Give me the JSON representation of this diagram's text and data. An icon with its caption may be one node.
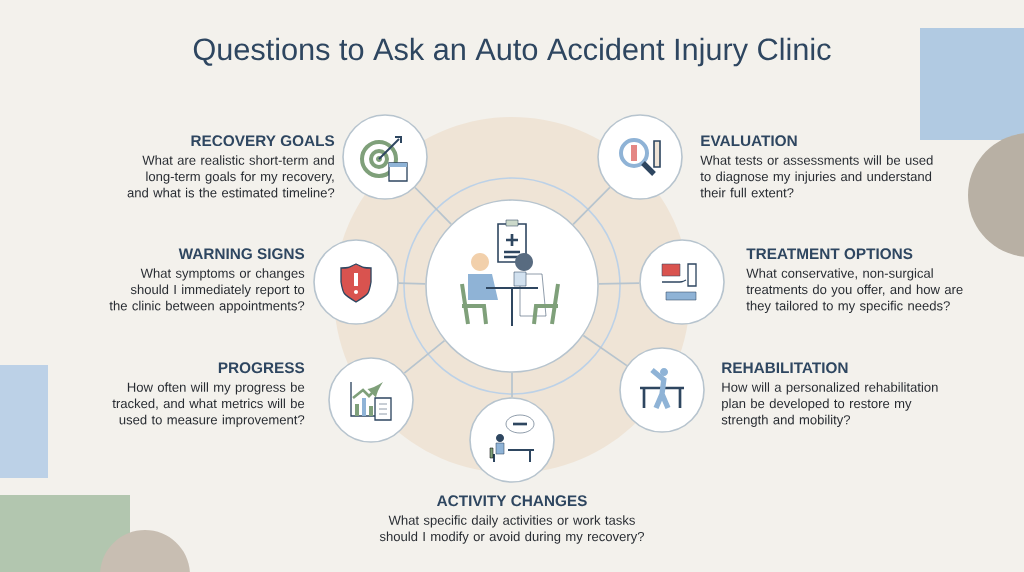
{
  "diagram": {
    "title": "Questions to Ask an Auto Accident Injury Clinic",
    "nodes": [
      {
        "text": [],
        "shape": "picture"
      },
      {
        "text": [],
        "shape": "picture",
        "beside": [
          "RECOVERY GOALS",
          "What are realistic short-term and long-term goals for my recovery, and what is the estimated timeline?"
        ]
      },
      {
        "text": [],
        "shape": "picture",
        "beside": [
          "EVALUATION",
          "What tests or assessments will be used to diagnose my injuries and understand their full extent?"
        ]
      },
      {
        "text": [],
        "shape": "picture",
        "beside": [
          "WARNING SIGNS",
          "What symptoms or changes should I immediately report to the clinic between appointments?"
        ]
      },
      {
        "text": [],
        "shape": "picture",
        "beside": [
          "TREATMENT OPTIONS",
          "What conservative, non-surgical treatments do you offer, and how are they tailored to my specific needs?"
        ]
      },
      {
        "text": [],
        "shape": "picture",
        "beside": [
          "PROGRESS",
          "How often will my progress be tracked, and what metrics will be used to measure improvement?"
        ]
      },
      {
        "text": [],
        "shape": "picture",
        "beside": [
          "REHABILITATION",
          "How will a personalized rehabilitation plan be developed to restore my strength and mobility?"
        ]
      },
      {
        "text": [],
        "shape": "picture",
        "beside": [
          "ACTIVITY CHANGES",
          "What specific daily activities or work tasks should I modify or avoid during my recovery?"
        ]
      }
    ],
    "edges": [
      {
        "from": 0,
        "to": 1,
        "arrow": "none"
      },
      {
        "from": 0,
        "to": 2,
        "arrow": "none"
      },
      {
        "from": 0,
        "to": 3,
        "arrow": "none"
      },
      {
        "from": 0,
        "to": 4,
        "arrow": "none"
      },
      {
        "from": 0,
        "to": 5,
        "arrow": "none"
      },
      {
        "from": 0,
        "to": 6,
        "arrow": "none"
      },
      {
        "from": 0,
        "to": 7,
        "arrow": "none"
      }
    ]
  }
}
